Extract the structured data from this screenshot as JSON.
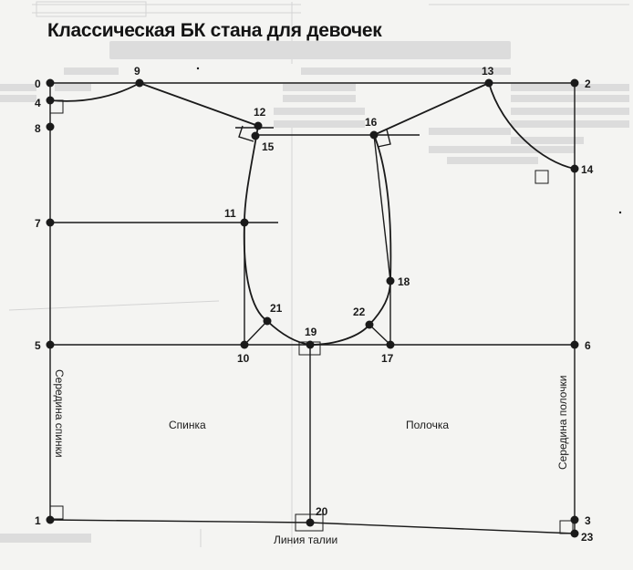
{
  "title": "Классическая БК стана для девочек",
  "labels": {
    "back": "Спинка",
    "front": "Полочка",
    "center_back": "Середина спинки",
    "center_front": "Середина полочки",
    "waist_line": "Линия талии"
  },
  "points": {
    "p0": "0",
    "p1": "1",
    "p2": "2",
    "p3": "3",
    "p4": "4",
    "p5": "5",
    "p6": "6",
    "p7": "7",
    "p8": "8",
    "p9": "9",
    "p10": "10",
    "p11": "11",
    "p12": "12",
    "p13": "13",
    "p14": "14",
    "p15": "15",
    "p16": "16",
    "p17": "17",
    "p18": "18",
    "p19": "19",
    "p20": "20",
    "p21": "21",
    "p22": "22",
    "p23": "23"
  },
  "colors": {
    "line": "#1a1a1a",
    "paper": "#f4f4f2",
    "ghost": "#c8c8c8"
  }
}
